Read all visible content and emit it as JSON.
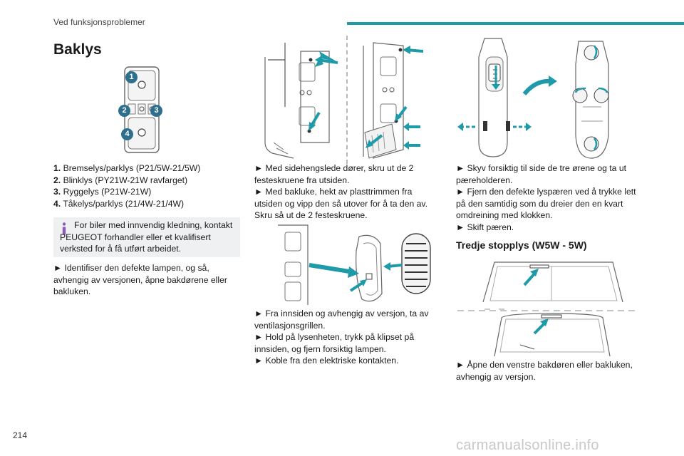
{
  "header": {
    "section": "Ved funksjonsproblemer",
    "page_number": "214"
  },
  "watermark": "carmanualsonline.info",
  "col1": {
    "title": "Baklys",
    "diagram_badges": [
      "1",
      "2",
      "3",
      "4"
    ],
    "lamps": [
      {
        "num": "1.",
        "text": "Bremselys/parklys (P21/5W-21/5W)"
      },
      {
        "num": "2.",
        "text": "Blinklys (PY21W-21W ravfarget)"
      },
      {
        "num": "3.",
        "text": "Ryggelys (P21W-21W)"
      },
      {
        "num": "4.",
        "text": "Tåkelys/parklys (21/4W-21/4W)"
      }
    ],
    "info": "For biler med innvendig kledning, kontakt PEUGEOT forhandler eller et kvalifisert verksted for å få utført arbeidet.",
    "step1": "► Identifiser den defekte lampen, og så, avhengig av versjonen, åpne bakdørene eller bakluken."
  },
  "col2": {
    "text1": [
      "► Med sidehengslede dører, skru ut de 2 festeskruene fra utsiden.",
      "► Med bakluke, hekt av plasttrimmen fra utsiden og vipp den så utover for å ta den av. Skru så ut de 2 festeskruene."
    ],
    "text2": [
      "► Fra innsiden og avhengig av versjon, ta av ventilasjonsgrillen.",
      "► Hold på lysenheten, trykk på klipset på innsiden, og fjern forsiktig lampen.",
      "► Koble fra den elektriske kontakten."
    ]
  },
  "col3": {
    "text1": [
      "► Skyv forsiktig til side de tre ørene og ta ut pæreholderen.",
      "► Fjern den defekte lyspæren ved å trykke lett på den samtidig som du dreier den en kvart omdreining med klokken.",
      "► Skift pæren."
    ],
    "subtitle": "Tredje stopplys (W5W - 5W)",
    "text2": [
      "► Åpne den venstre bakdøren eller bakluken, avhengig av versjon."
    ]
  },
  "colors": {
    "accent": "#1f9aa8",
    "arrow": "#1f9aa8",
    "badge": "#2e6f8e",
    "info_icon": "#8a5db5"
  }
}
